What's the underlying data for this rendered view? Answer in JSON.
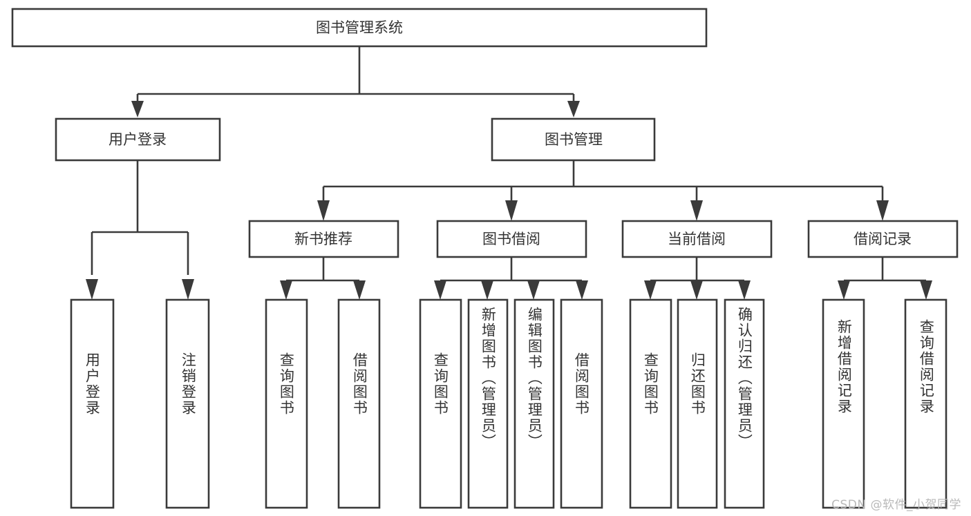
{
  "diagram": {
    "title": "图书管理系统",
    "type": "hierarchy-tree",
    "root": {
      "label": "图书管理系统"
    },
    "level2": [
      {
        "id": "user-login",
        "label": "用户登录"
      },
      {
        "id": "book-management",
        "label": "图书管理"
      }
    ],
    "level3": [
      {
        "id": "new-book-recommend",
        "label": "新书推荐",
        "parent": "book-management"
      },
      {
        "id": "book-borrow",
        "label": "图书借阅",
        "parent": "book-management"
      },
      {
        "id": "current-borrow",
        "label": "当前借阅",
        "parent": "book-management"
      },
      {
        "id": "borrow-record",
        "label": "借阅记录",
        "parent": "book-management"
      }
    ],
    "leaves": [
      {
        "id": "leaf-user-login",
        "label": "用户登录",
        "parent": "user-login"
      },
      {
        "id": "leaf-logout-login",
        "label": "注销登录",
        "parent": "user-login"
      },
      {
        "id": "leaf-query-book-1",
        "label": "查询图书",
        "parent": "new-book-recommend"
      },
      {
        "id": "leaf-borrow-book-1",
        "label": "借阅图书",
        "parent": "new-book-recommend"
      },
      {
        "id": "leaf-query-book-2",
        "label": "查询图书",
        "parent": "book-borrow"
      },
      {
        "id": "leaf-add-book",
        "label": "新增图书（管理员）",
        "parent": "book-borrow"
      },
      {
        "id": "leaf-edit-book",
        "label": "编辑图书（管理员）",
        "parent": "book-borrow"
      },
      {
        "id": "leaf-borrow-book-2",
        "label": "借阅图书",
        "parent": "book-borrow"
      },
      {
        "id": "leaf-query-book-3",
        "label": "查询图书",
        "parent": "current-borrow"
      },
      {
        "id": "leaf-return-book",
        "label": "归还图书",
        "parent": "current-borrow"
      },
      {
        "id": "leaf-confirm-return",
        "label": "确认归还（管理员）",
        "parent": "current-borrow"
      },
      {
        "id": "leaf-add-record",
        "label": "新增借阅记录",
        "parent": "borrow-record"
      },
      {
        "id": "leaf-query-record",
        "label": "查询借阅记录",
        "parent": "borrow-record"
      }
    ],
    "colors": {
      "box_stroke": "#3a3a3a",
      "box_fill": "#ffffff",
      "text": "#333333",
      "connector": "#3a3a3a",
      "background": "#ffffff",
      "watermark": "#b9b9b9"
    }
  },
  "watermark": {
    "text": "CSDN @软件_小贺同学"
  }
}
